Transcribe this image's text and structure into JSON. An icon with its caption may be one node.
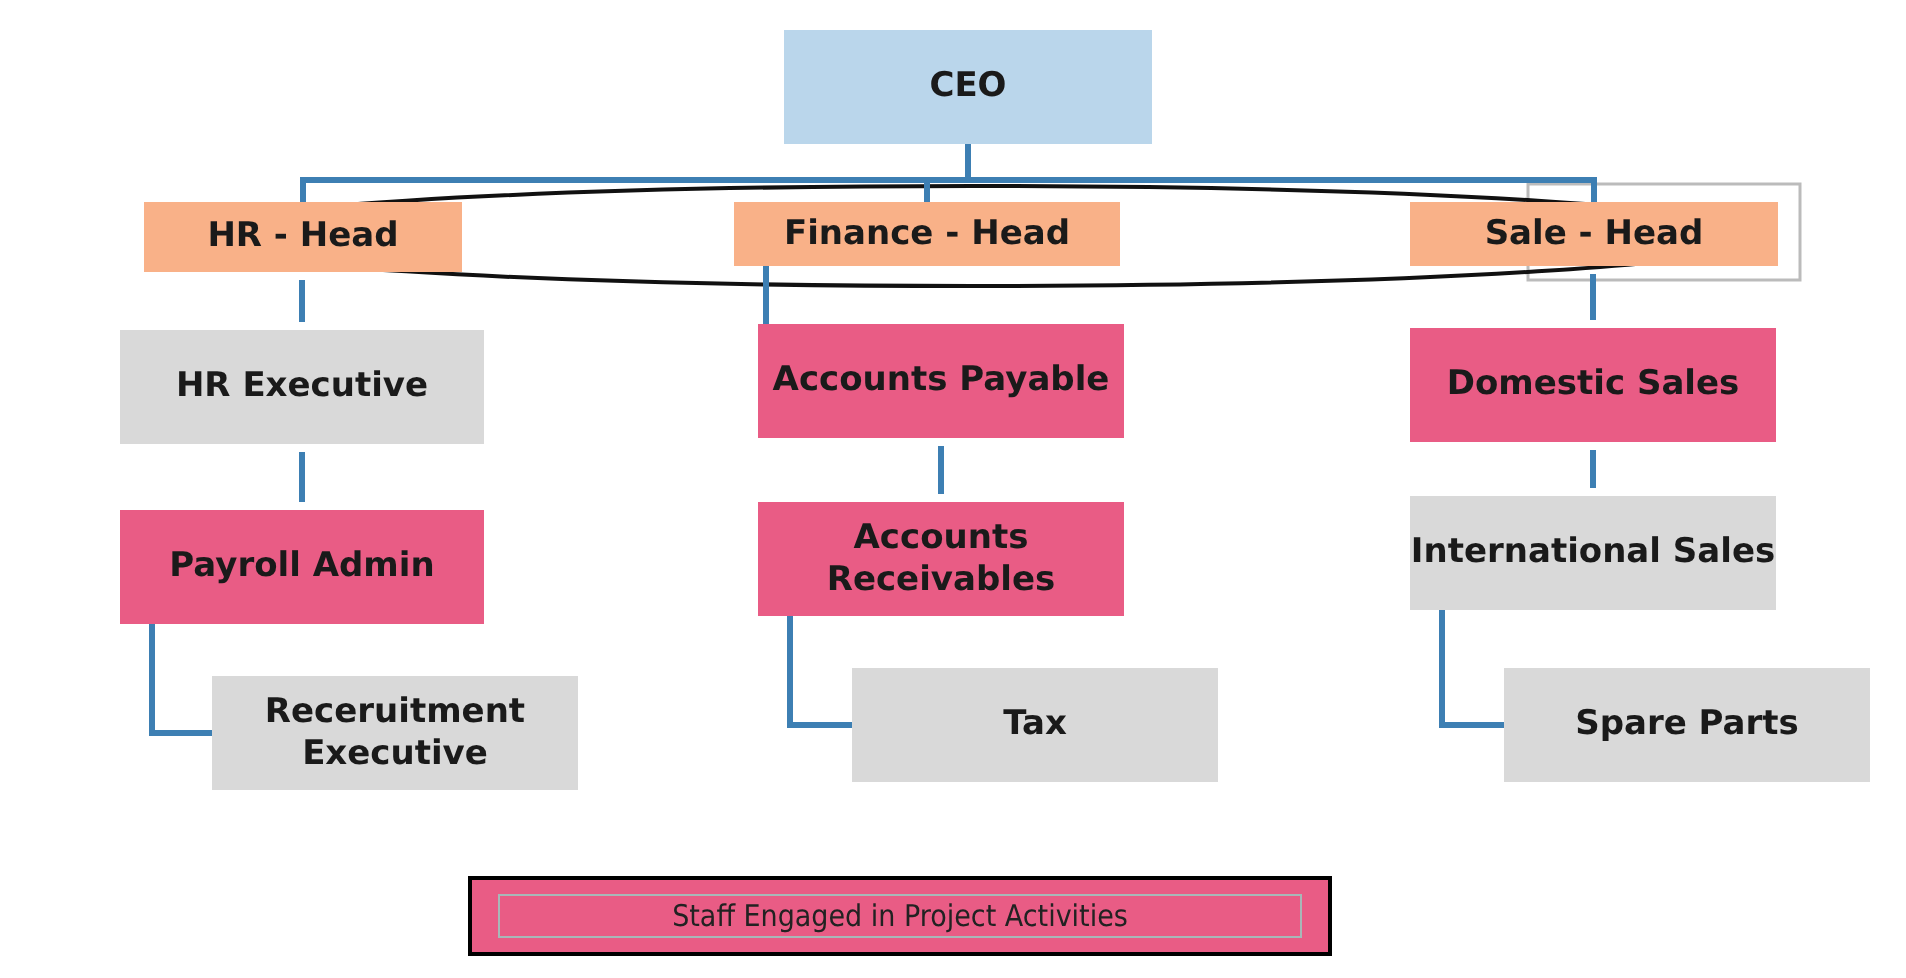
{
  "diagram": {
    "nodes": [
      {
        "text": [
          "CEO"
        ]
      },
      {
        "text": [
          "HR - Head"
        ]
      },
      {
        "text": [
          "Finance - Head"
        ]
      },
      {
        "text": [
          "Sale -  Head"
        ]
      },
      {
        "text": [
          "HR Executive"
        ]
      },
      {
        "text": [
          "Payroll Admin"
        ]
      },
      {
        "text": [
          "Receruitment Executive"
        ]
      },
      {
        "text": [
          "Accounts Payable"
        ]
      },
      {
        "text": [
          "Accounts Receivables"
        ]
      },
      {
        "text": [
          "Tax"
        ]
      },
      {
        "text": [
          "Domestic Sales"
        ]
      },
      {
        "text": [
          "International Sales"
        ]
      },
      {
        "text": [
          "Spare Parts"
        ]
      }
    ],
    "edges": [
      {
        "from": 0,
        "to": 1,
        "arrow": "none"
      },
      {
        "from": 0,
        "to": 2,
        "arrow": "none"
      },
      {
        "from": 0,
        "to": 3,
        "arrow": "none"
      },
      {
        "from": 1,
        "to": 4,
        "arrow": "none"
      },
      {
        "from": 4,
        "to": 5,
        "arrow": "none"
      },
      {
        "from": 5,
        "to": 6,
        "arrow": "none"
      },
      {
        "from": 2,
        "to": 7,
        "arrow": "none"
      },
      {
        "from": 7,
        "to": 8,
        "arrow": "none"
      },
      {
        "from": 8,
        "to": 9,
        "arrow": "none"
      },
      {
        "from": 3,
        "to": 10,
        "arrow": "none"
      },
      {
        "from": 10,
        "to": 11,
        "arrow": "none"
      },
      {
        "from": 11,
        "to": 12,
        "arrow": "none"
      }
    ],
    "legend": [
      {
        "text": "Staff Engaged in Project Activities",
        "color": "#e95c85"
      }
    ]
  }
}
